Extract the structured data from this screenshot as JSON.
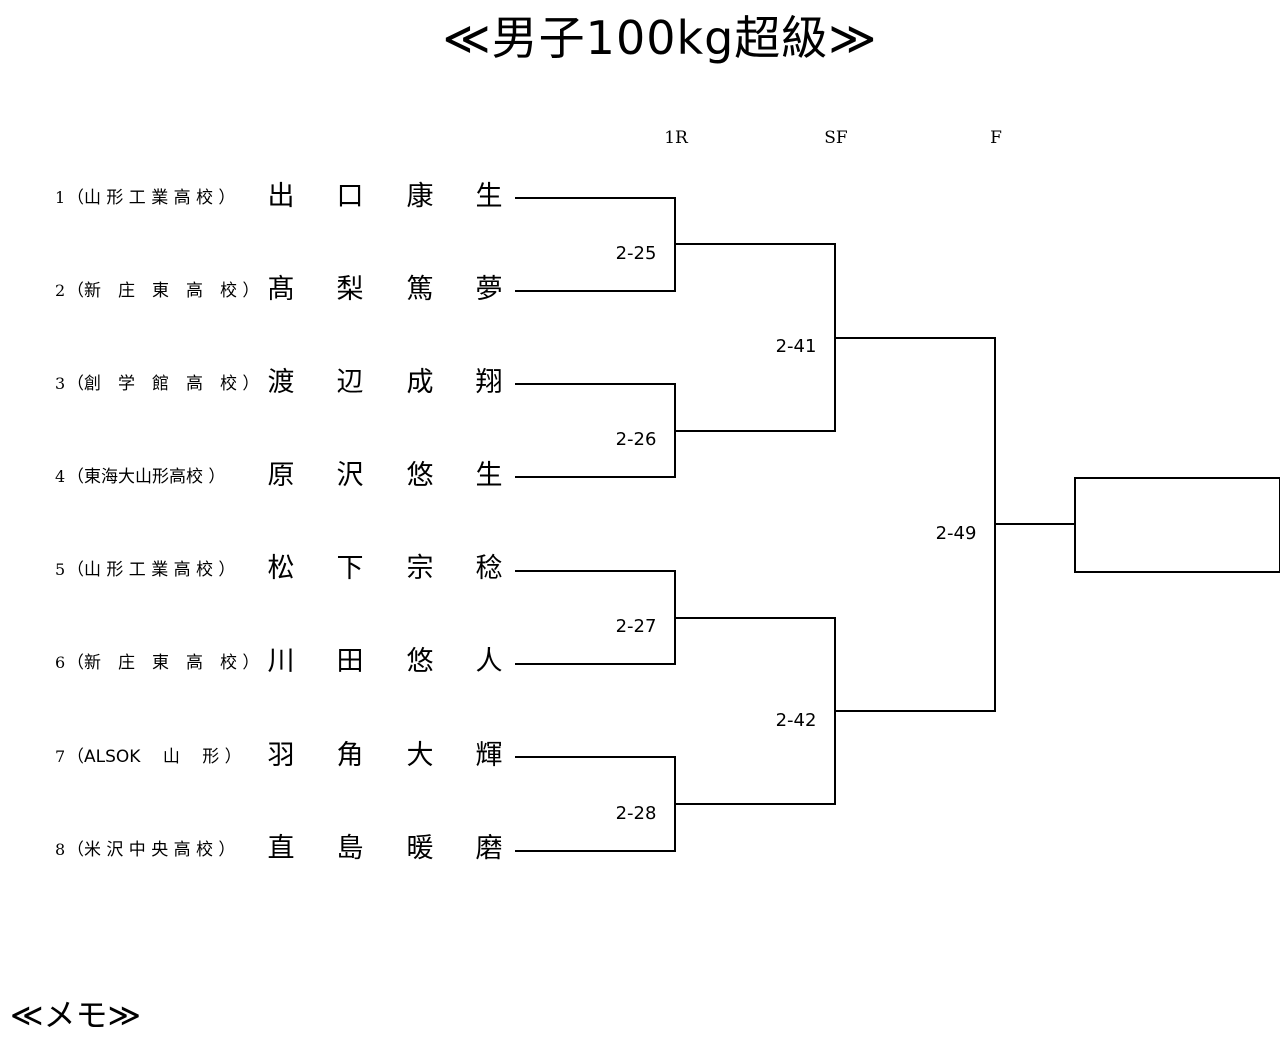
{
  "title": "≪男子100kg超級≫",
  "rounds": [
    "1R",
    "SF",
    "F"
  ],
  "entries": [
    {
      "seed": "1",
      "school": "（山 形 工 業 高 校 ）",
      "name": [
        "出",
        "口",
        "康",
        "生"
      ]
    },
    {
      "seed": "2",
      "school": "（新　庄　東　高　校 ）",
      "name": [
        "髙",
        "梨",
        "篤",
        "夢"
      ]
    },
    {
      "seed": "3",
      "school": "（創　学　館　高　校 ）",
      "name": [
        "渡",
        "辺",
        "成",
        "翔"
      ]
    },
    {
      "seed": "4",
      "school": "（東海大山形高校 ）",
      "name": [
        "原",
        "沢",
        "悠",
        "生"
      ]
    },
    {
      "seed": "5",
      "school": "（山 形 工 業 高 校 ）",
      "name": [
        "松",
        "下",
        "宗",
        "稔"
      ]
    },
    {
      "seed": "6",
      "school": "（新　庄　東　高　校 ）",
      "name": [
        "川",
        "田",
        "悠",
        "人"
      ]
    },
    {
      "seed": "7",
      "school": "（ALSOK　 山　 形 ）",
      "name": [
        "羽",
        "角",
        "大",
        "輝"
      ]
    },
    {
      "seed": "8",
      "school": "（米 沢 中 央 高 校 ）",
      "name": [
        "直",
        "島",
        "暖",
        "磨"
      ]
    }
  ],
  "matches": {
    "r1": [
      "2-25",
      "2-26",
      "2-27",
      "2-28"
    ],
    "sf": [
      "2-41",
      "2-42"
    ],
    "final": "2-49"
  },
  "memo": "≪メモ≫"
}
